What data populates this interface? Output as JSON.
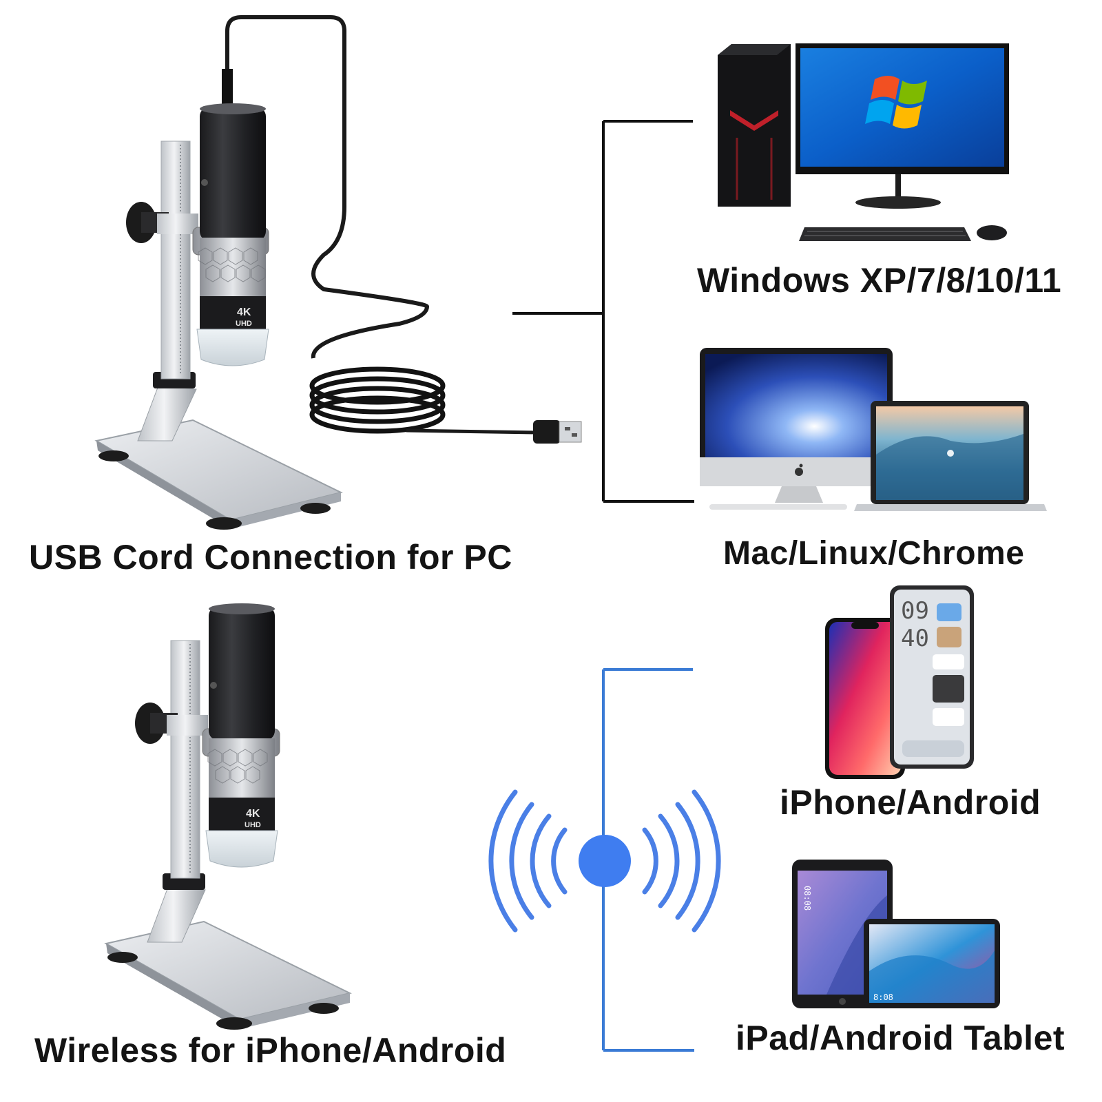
{
  "labels": {
    "usb": "USB Cord Connection for PC",
    "windows": "Windows XP/7/8/10/11",
    "mac": "Mac/Linux/Chrome",
    "phone": "iPhone/Android",
    "tablet": "iPad/Android Tablet",
    "wireless": "Wireless for iPhone/Android"
  },
  "badge": {
    "line1": "4K",
    "line2": "UHD"
  },
  "screens": {
    "android_phone_time_hour": "09",
    "android_phone_time_min": "40",
    "tablet_time": "08:08",
    "landscape_tablet_time": "8:08"
  },
  "colors": {
    "usb_line": "#111111",
    "wireless_line": "#3a7bd5",
    "wifi_dot": "#3f7df0",
    "wifi_waves": "#4a7fe6"
  },
  "icons": [
    "microscope-icon",
    "usb-plug-icon",
    "desktop-pc-icon",
    "imac-icon",
    "laptop-icon",
    "iphone-icon",
    "android-phone-icon",
    "ipad-icon",
    "android-tablet-icon",
    "wifi-signal-icon",
    "windows-logo-icon",
    "apple-logo-icon"
  ]
}
